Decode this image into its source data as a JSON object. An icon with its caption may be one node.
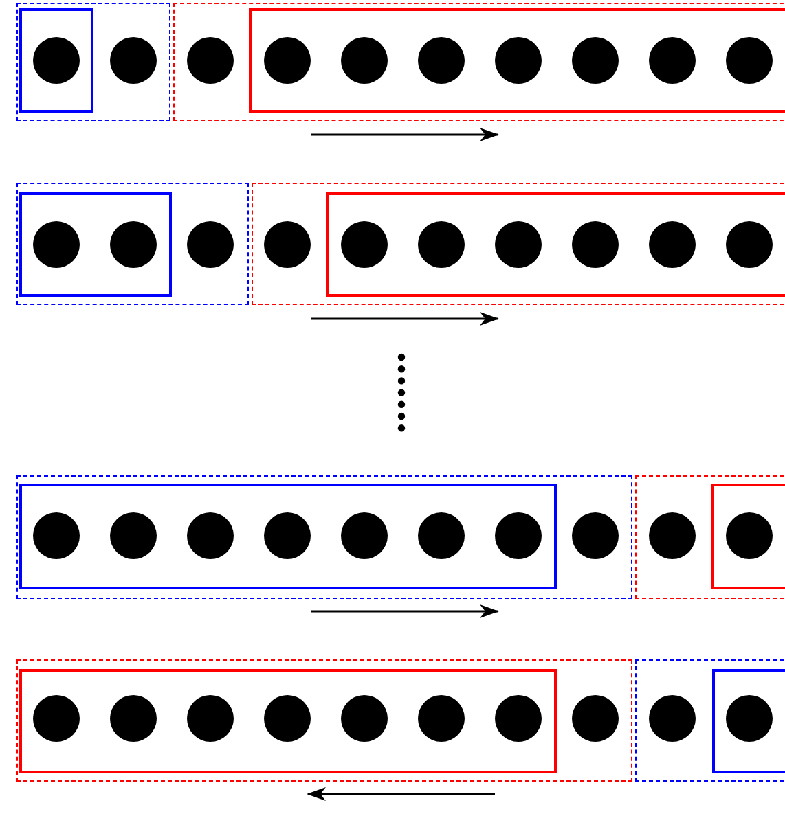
{
  "diagram": {
    "nodes": [
      {
        "text": [],
        "shape": "box"
      },
      {
        "text": [],
        "shape": "box",
        "in": 0
      },
      {
        "text": [],
        "shape": "circle",
        "in": 1
      },
      {
        "text": [],
        "shape": "circle",
        "in": 0
      },
      {
        "text": [],
        "shape": "box"
      },
      {
        "text": [],
        "shape": "circle",
        "in": 4
      },
      {
        "text": [],
        "shape": "box",
        "in": 4
      },
      {
        "text": [],
        "shape": "circle",
        "in": 6
      },
      {
        "text": [],
        "shape": "circle",
        "in": 6
      },
      {
        "text": [],
        "shape": "circle",
        "in": 6
      },
      {
        "text": [],
        "shape": "circle",
        "in": 6
      },
      {
        "text": [],
        "shape": "circle",
        "in": 6
      },
      {
        "text": [],
        "shape": "circle",
        "in": 6
      },
      {
        "text": [],
        "shape": "circle",
        "in": 6
      },
      {
        "text": [],
        "shape": "box"
      },
      {
        "text": [],
        "shape": "box",
        "in": 14
      },
      {
        "text": [],
        "shape": "circle",
        "in": 15
      },
      {
        "text": [],
        "shape": "circle",
        "in": 15
      },
      {
        "text": [],
        "shape": "circle",
        "in": 14
      },
      {
        "text": [],
        "shape": "box"
      },
      {
        "text": [],
        "shape": "circle",
        "in": 19
      },
      {
        "text": [],
        "shape": "box",
        "in": 19
      },
      {
        "text": [],
        "shape": "circle",
        "in": 21
      },
      {
        "text": [],
        "shape": "circle",
        "in": 21
      },
      {
        "text": [],
        "shape": "circle",
        "in": 21
      },
      {
        "text": [],
        "shape": "circle",
        "in": 21
      },
      {
        "text": [],
        "shape": "circle",
        "in": 21
      },
      {
        "text": [],
        "shape": "circle",
        "in": 21
      },
      {
        "text": [],
        "shape": "box"
      },
      {
        "text": [],
        "shape": "box",
        "in": 28
      },
      {
        "text": [],
        "shape": "circle",
        "in": 29
      },
      {
        "text": [],
        "shape": "circle",
        "in": 29
      },
      {
        "text": [],
        "shape": "circle",
        "in": 29
      },
      {
        "text": [],
        "shape": "circle",
        "in": 29
      },
      {
        "text": [],
        "shape": "circle",
        "in": 29
      },
      {
        "text": [],
        "shape": "circle",
        "in": 29
      },
      {
        "text": [],
        "shape": "circle",
        "in": 29
      },
      {
        "text": [],
        "shape": "circle",
        "in": 28
      },
      {
        "text": [],
        "shape": "box"
      },
      {
        "text": [],
        "shape": "circle",
        "in": 38
      },
      {
        "text": [],
        "shape": "box",
        "in": 38
      },
      {
        "text": [],
        "shape": "circle",
        "in": 40
      },
      {
        "text": [],
        "shape": "box"
      },
      {
        "text": [],
        "shape": "box",
        "in": 42
      },
      {
        "text": [],
        "shape": "circle",
        "in": 43
      },
      {
        "text": [],
        "shape": "circle",
        "in": 43
      },
      {
        "text": [],
        "shape": "circle",
        "in": 43
      },
      {
        "text": [],
        "shape": "circle",
        "in": 43
      },
      {
        "text": [],
        "shape": "circle",
        "in": 43
      },
      {
        "text": [],
        "shape": "circle",
        "in": 43
      },
      {
        "text": [],
        "shape": "circle",
        "in": 43
      },
      {
        "text": [],
        "shape": "circle",
        "in": 42
      },
      {
        "text": [],
        "shape": "box"
      },
      {
        "text": [],
        "shape": "circle",
        "in": 52
      },
      {
        "text": [],
        "shape": "box",
        "in": 52
      },
      {
        "text": [],
        "shape": "circle",
        "in": 54
      }
    ]
  }
}
